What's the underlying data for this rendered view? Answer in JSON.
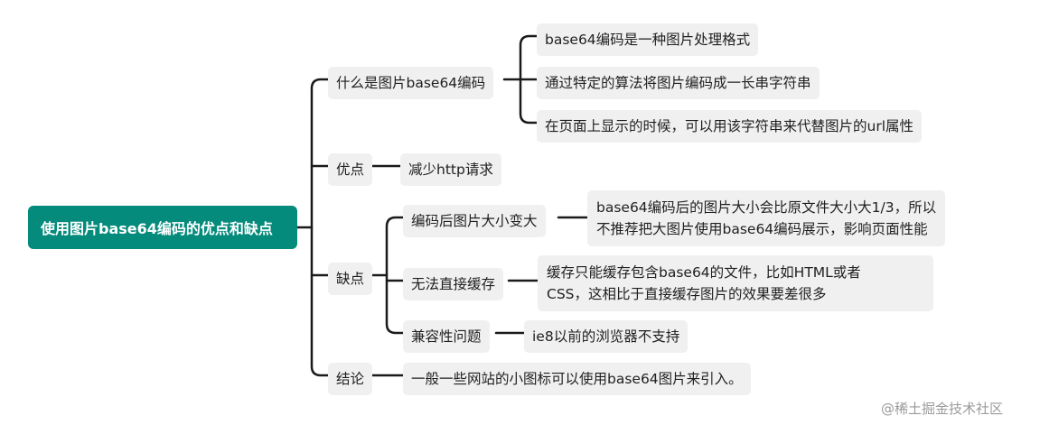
{
  "root": {
    "label": "使用图片base64编码的优点和缺点"
  },
  "branches": {
    "what": {
      "label": "什么是图片base64编码",
      "items": [
        "base64编码是一种图片处理格式",
        "通过特定的算法将图片编码成一长串字符串",
        "在页面上显示的时候，可以用该字符串来代替图片的url属性"
      ]
    },
    "pros": {
      "label": "优点",
      "items": [
        "减少http请求"
      ]
    },
    "cons": {
      "label": "缺点",
      "items": [
        {
          "label": "编码后图片大小变大",
          "detail": [
            "base64编码后的图片大小会比原文件大小大1/3，所以",
            "不推荐把大图片使用base64编码展示，影响页面性能"
          ]
        },
        {
          "label": "无法直接缓存",
          "detail": [
            "缓存只能缓存包含base64的文件，比如HTML或者",
            "CSS，这相比于直接缓存图片的效果要差很多"
          ]
        },
        {
          "label": "兼容性问题",
          "detail": [
            "ie8以前的浏览器不支持"
          ]
        }
      ]
    },
    "conclusion": {
      "label": "结论",
      "items": [
        "一般一些网站的小图标可以使用base64图片来引入。"
      ]
    }
  },
  "watermark": "@稀土掘金技术社区"
}
